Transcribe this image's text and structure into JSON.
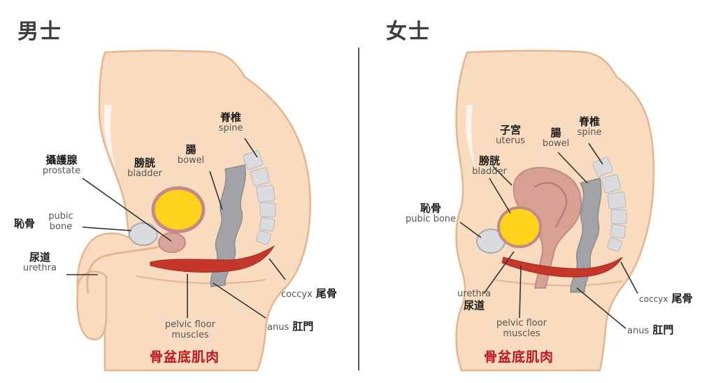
{
  "male": {
    "title": "男士",
    "prostate_zh": "攝護腺",
    "prostate_en": "prostate",
    "bladder_zh": "膀胱",
    "bladder_en": "bladder",
    "bowel_zh": "腸",
    "bowel_en": "bowel",
    "spine_zh": "脊椎",
    "spine_en": "spine",
    "pubic_zh": "恥骨",
    "pubic_en_1": "pubic",
    "pubic_en_2": "bone",
    "urethra_zh": "尿道",
    "urethra_en": "urethra",
    "coccyx_en": "coccyx",
    "coccyx_zh": "尾骨",
    "anus_en": "anus",
    "anus_zh": "肛門",
    "pelvic_en_1": "pelvic floor",
    "pelvic_en_2": "muscles",
    "caption": "骨盆底肌肉"
  },
  "female": {
    "title": "女士",
    "uterus_zh": "子宮",
    "uterus_en": "uterus",
    "bowel_zh": "腸",
    "bowel_en": "bowel",
    "spine_zh": "脊椎",
    "spine_en": "spine",
    "bladder_zh": "膀胱",
    "bladder_en": "bladder",
    "pubic_zh": "恥骨",
    "pubic_en": "pubic bone",
    "urethra_en": "urethra",
    "urethra_zh": "尿道",
    "pelvic_en_1": "pelvic floor",
    "pelvic_en_2": "muscles",
    "coccyx_en": "coccyx",
    "coccyx_zh": "尾骨",
    "anus_en": "anus",
    "anus_zh": "肛門",
    "caption": "骨盆底肌肉"
  },
  "colors": {
    "skin": "#f9dcc0",
    "skin_outline": "#e6b48e",
    "bladder_fill": "#ffd21c",
    "bladder_rim": "#c48a86",
    "bowel": "#a2a3a7",
    "spine": "#d9dbde",
    "muscle": "#c4372a",
    "uterus": "#d7a093",
    "caption": "#c0141d",
    "divider": "#555555"
  }
}
